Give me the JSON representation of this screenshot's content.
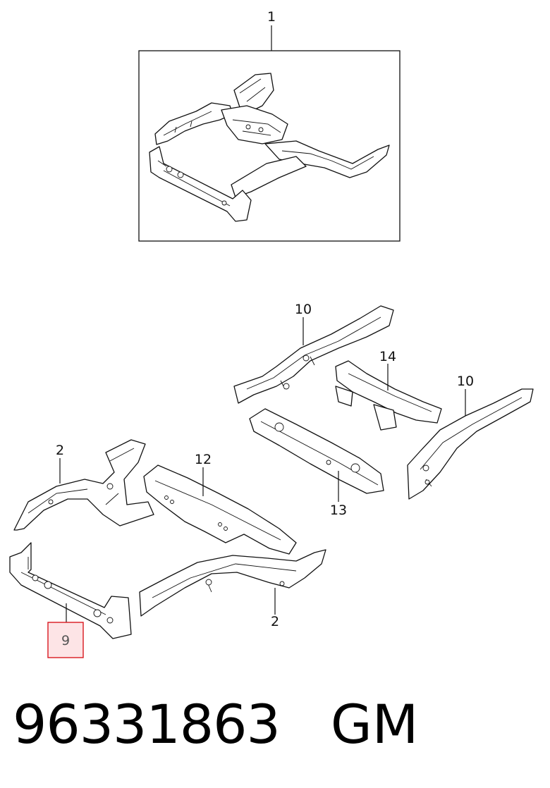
{
  "callouts": {
    "assembly": "1",
    "rail_left": "2",
    "rail_right": "2",
    "front_crossmember": "9",
    "rail_ext_upper": "10",
    "rail_ext_right": "10",
    "crossmember_12": "12",
    "crossmember_13": "13",
    "crossmember_14": "14"
  },
  "highlight": {
    "callout": "9",
    "fill": "#fde4e6",
    "border": "#d9181f"
  },
  "footer": {
    "part_number": "96331863",
    "brand": "GM"
  }
}
